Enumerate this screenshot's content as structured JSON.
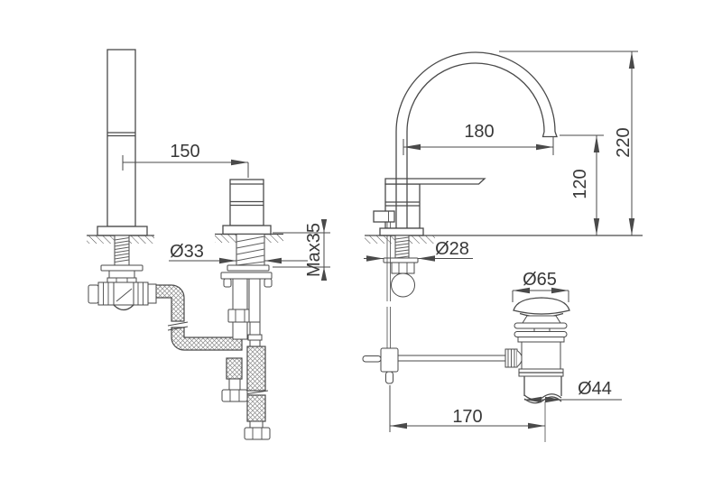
{
  "drawing": {
    "ink_color": "#4a4a4a",
    "background_color": "#ffffff"
  },
  "left_view": {
    "dims": {
      "handle_to_body_spacing": "150",
      "shank_diameter": "Ø33",
      "max_deck_thickness": "Max35"
    }
  },
  "right_view": {
    "dims": {
      "spout_reach": "180",
      "spout_outlet_height": "120",
      "overall_height": "220",
      "shank_diameter": "Ø28",
      "waste_flange_diameter": "Ø65",
      "waste_pipe_diameter": "Ø44",
      "waste_horizontal_offset": "170"
    }
  }
}
